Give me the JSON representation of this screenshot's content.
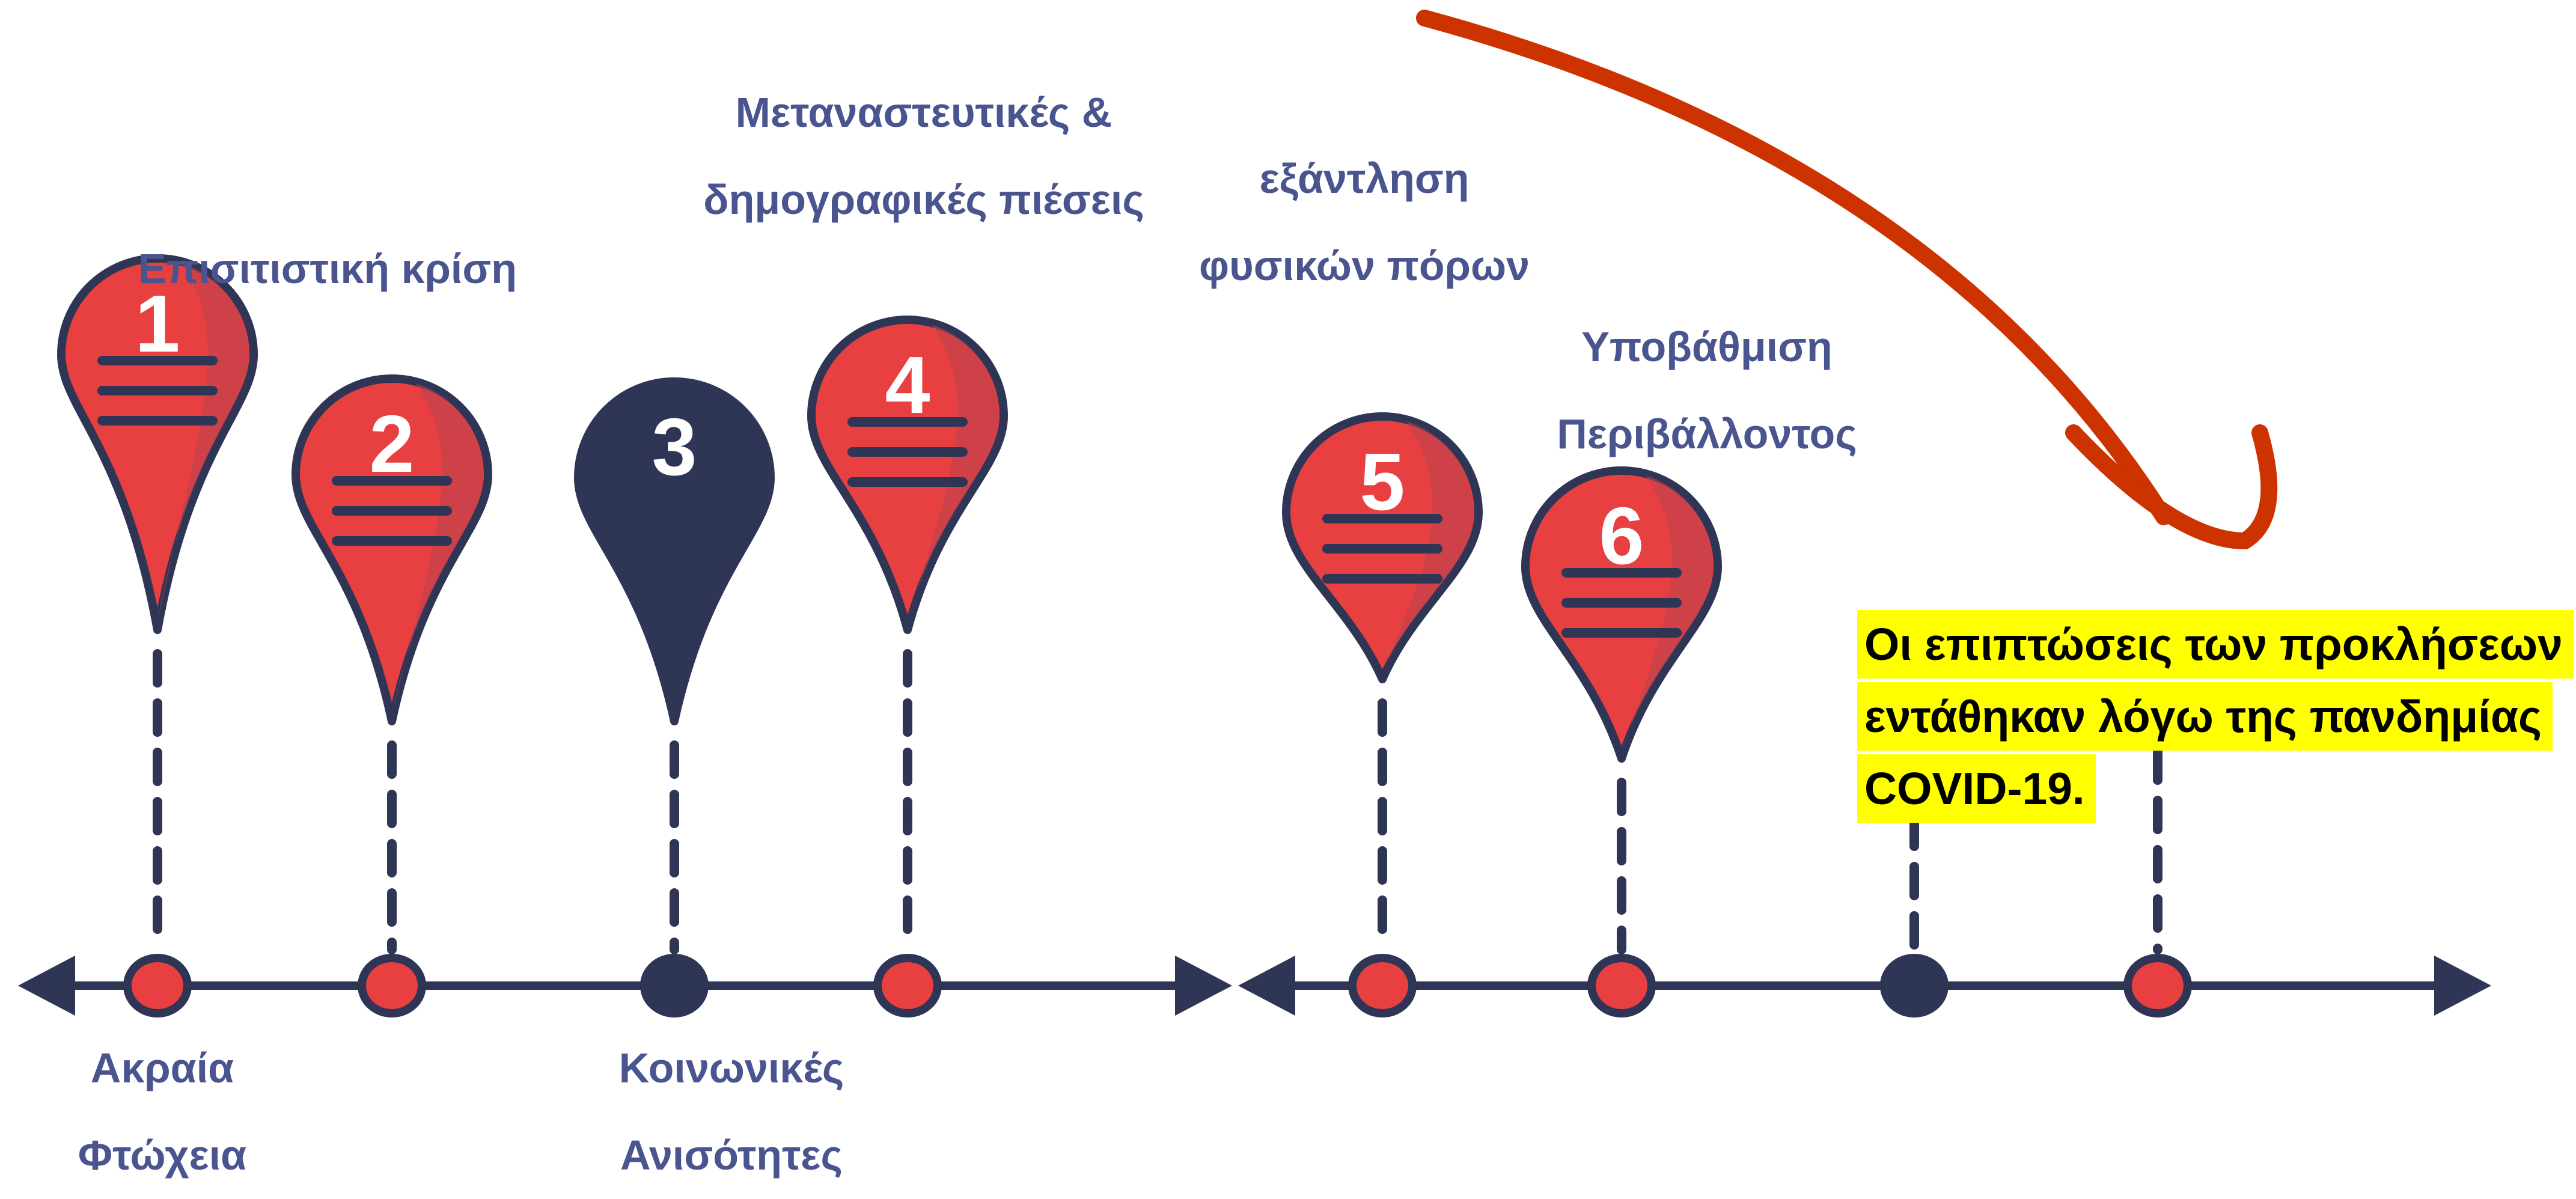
{
  "colors": {
    "red": "#e84040",
    "red_shade": "#b84250",
    "navy": "#2e3555",
    "label": "#4a5590",
    "arrow": "#cc3300",
    "highlight": "#ffff00"
  },
  "pins": [
    {
      "number": "1",
      "color": "red"
    },
    {
      "number": "2",
      "color": "red"
    },
    {
      "number": "3",
      "color": "navy"
    },
    {
      "number": "4",
      "color": "red"
    },
    {
      "number": "5",
      "color": "red"
    },
    {
      "number": "6",
      "color": "red"
    }
  ],
  "labels": {
    "food_crisis": "Επισιτιστική κρίση",
    "migration_line1": "Μεταναστευτικές &",
    "migration_line2": "δημογραφικές πιέσεις",
    "resources_line1": "εξάντληση",
    "resources_line2": "φυσικών πόρων",
    "environment_line1": "Υποβάθμιση",
    "environment_line2": "Περιβάλλοντος",
    "poverty_line1": "Ακραία",
    "poverty_line2": "Φτώχεια",
    "inequality_line1": "Κοινωνικές",
    "inequality_line2": "Ανισότητες"
  },
  "note": {
    "line1": "Οι επιπτώσεις των προκλήσεων",
    "line2": "εντάθηκαν λόγω της πανδημίας",
    "line3": "COVID-19."
  }
}
